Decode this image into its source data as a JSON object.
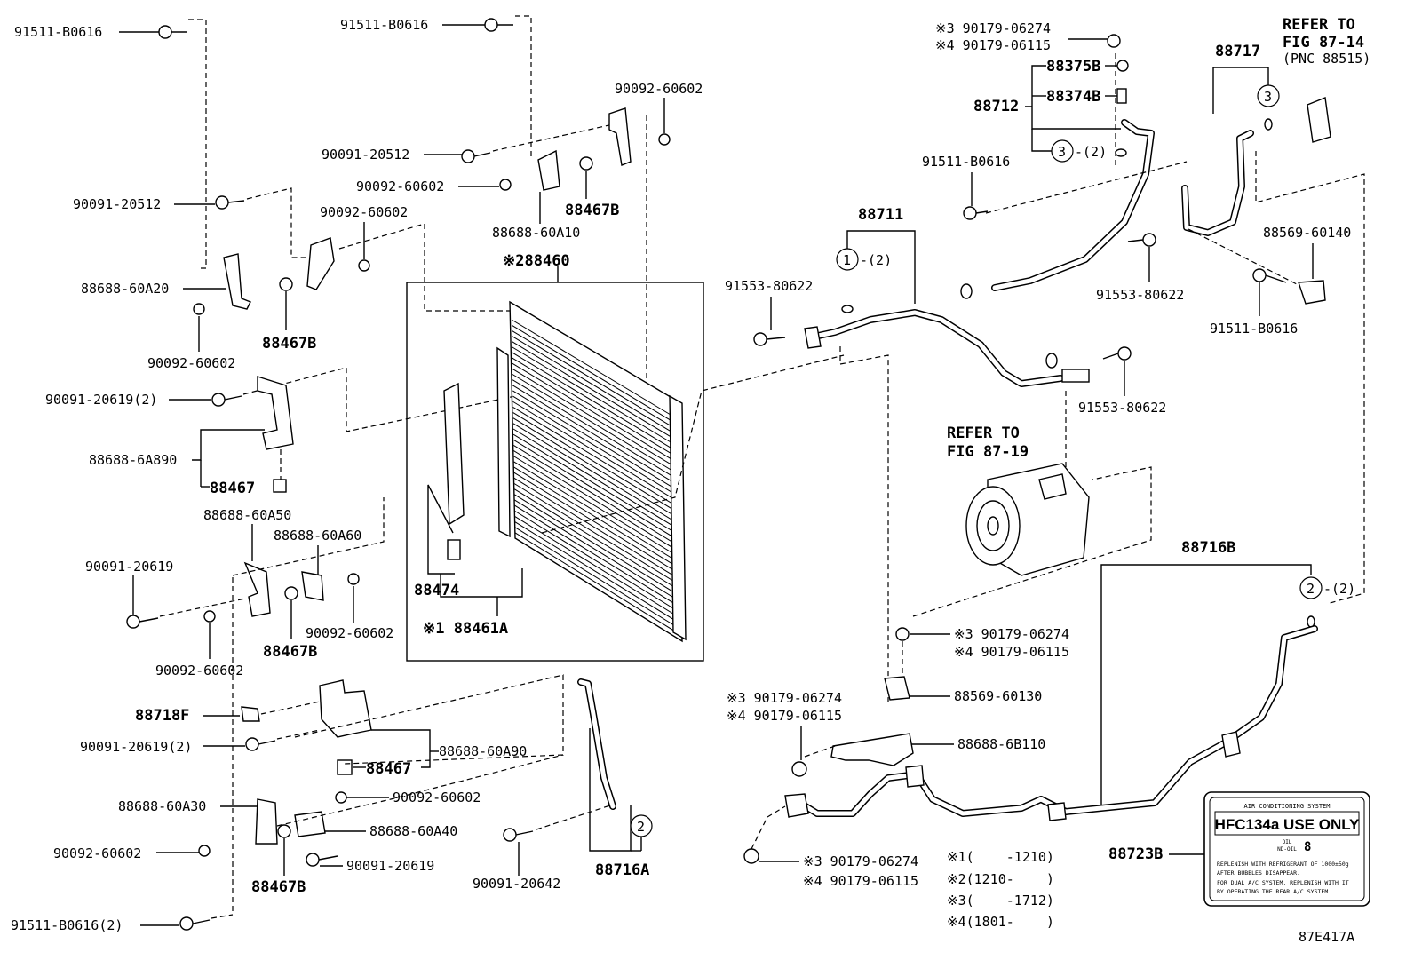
{
  "diagram_code": "87E417A",
  "part_labels": [
    {
      "id": "p1",
      "text": "91511-B0616"
    },
    {
      "id": "p2",
      "text": "91511-B0616"
    },
    {
      "id": "p3",
      "text": "90092-60602"
    },
    {
      "id": "p4",
      "text": "90091-20512"
    },
    {
      "id": "p5",
      "text": "90092-60602"
    },
    {
      "id": "p6",
      "text": "88467B"
    },
    {
      "id": "p7",
      "text": "88688-60A10"
    },
    {
      "id": "p8",
      "text": "90091-20512"
    },
    {
      "id": "p9",
      "text": "90092-60602"
    },
    {
      "id": "p10",
      "text": "88688-60A20"
    },
    {
      "id": "p11",
      "text": "90092-60602"
    },
    {
      "id": "p12",
      "text": "88467B"
    },
    {
      "id": "p13",
      "text": "90091-20619(2)"
    },
    {
      "id": "p14",
      "text": "88688-6A890"
    },
    {
      "id": "p15",
      "text": "88467"
    },
    {
      "id": "p16",
      "text": "88688-60A50"
    },
    {
      "id": "p17",
      "text": "88688-60A60"
    },
    {
      "id": "p18",
      "text": "90091-20619"
    },
    {
      "id": "p19",
      "text": "90092-60602"
    },
    {
      "id": "p20",
      "text": "88467B"
    },
    {
      "id": "p21",
      "text": "90092-60602"
    },
    {
      "id": "p22",
      "text": "88718F"
    },
    {
      "id": "p23",
      "text": "90091-20619(2)"
    },
    {
      "id": "p24",
      "text": "88467"
    },
    {
      "id": "p25",
      "text": "88688-60A90"
    },
    {
      "id": "p26",
      "text": "88688-60A30"
    },
    {
      "id": "p27",
      "text": "90092-60602"
    },
    {
      "id": "p28",
      "text": "88688-60A40"
    },
    {
      "id": "p29",
      "text": "90092-60602"
    },
    {
      "id": "p30",
      "text": "90091-20619"
    },
    {
      "id": "p31",
      "text": "88467B"
    },
    {
      "id": "p32",
      "text": "91511-B0616(2)"
    },
    {
      "id": "p33",
      "text": "90091-20642"
    },
    {
      "id": "p34",
      "text": "88716A"
    },
    {
      "id": "p35",
      "text": "88474"
    },
    {
      "id": "p36",
      "text": "88461A"
    },
    {
      "id": "p37",
      "text": "88460"
    },
    {
      "id": "p38",
      "text": "88711"
    },
    {
      "id": "p39",
      "text": "91553-80622"
    },
    {
      "id": "p40",
      "text": "88712"
    },
    {
      "id": "p41",
      "text": "88375B"
    },
    {
      "id": "p42",
      "text": "88374B"
    },
    {
      "id": "p43",
      "text": "90179-06274"
    },
    {
      "id": "p44",
      "text": "90179-06115"
    },
    {
      "id": "p45",
      "text": "91511-B0616"
    },
    {
      "id": "p46",
      "text": "88717"
    },
    {
      "id": "p47",
      "text": "91553-80622"
    },
    {
      "id": "p48",
      "text": "88569-60140"
    },
    {
      "id": "p49",
      "text": "91511-B0616"
    },
    {
      "id": "p50",
      "text": "91553-80622"
    },
    {
      "id": "p51",
      "text": "88716B"
    },
    {
      "id": "p52",
      "text": "90179-06274"
    },
    {
      "id": "p53",
      "text": "90179-06115"
    },
    {
      "id": "p54",
      "text": "88569-60130"
    },
    {
      "id": "p55",
      "text": "90179-06274"
    },
    {
      "id": "p56",
      "text": "90179-06115"
    },
    {
      "id": "p57",
      "text": "88688-6B110"
    },
    {
      "id": "p58",
      "text": "90179-06274"
    },
    {
      "id": "p59",
      "text": "90179-06115"
    },
    {
      "id": "p60",
      "text": "88723B"
    }
  ],
  "markers": {
    "m1": "※1",
    "m2": "※2",
    "m3": "※3",
    "m4": "※4"
  },
  "qty_2": "(2)",
  "circle_numbers": {
    "c1": "1",
    "c2": "2",
    "c3": "3"
  },
  "refer_boxes": [
    {
      "line1": "REFER TO",
      "line2": "FIG 87-14",
      "line3": "(PNC 88515)"
    },
    {
      "line1": "REFER TO",
      "line2": "FIG 87-19"
    }
  ],
  "notes": [
    {
      "mark": "※1",
      "text": "(    -1210)"
    },
    {
      "mark": "※2",
      "text": "(1210-    )"
    },
    {
      "mark": "※3",
      "text": "(    -1712)"
    },
    {
      "mark": "※4",
      "text": "(1801-    )"
    }
  ],
  "label_plate": {
    "header": "AIR CONDITIONING SYSTEM",
    "main": "HFC134a USE ONLY",
    "oil_label": "OIL",
    "oil_code": "ND-OIL",
    "oil_num": "8",
    "line1": "REPLENISH WITH REFRIGERANT OF 1000±50g",
    "line2": "AFTER BUBBLES DISAPPEAR.",
    "line3": "FOR DUAL A/C SYSTEM, REPLENISH WITH IT",
    "line4": "BY OPERATING THE REAR A/C SYSTEM."
  }
}
